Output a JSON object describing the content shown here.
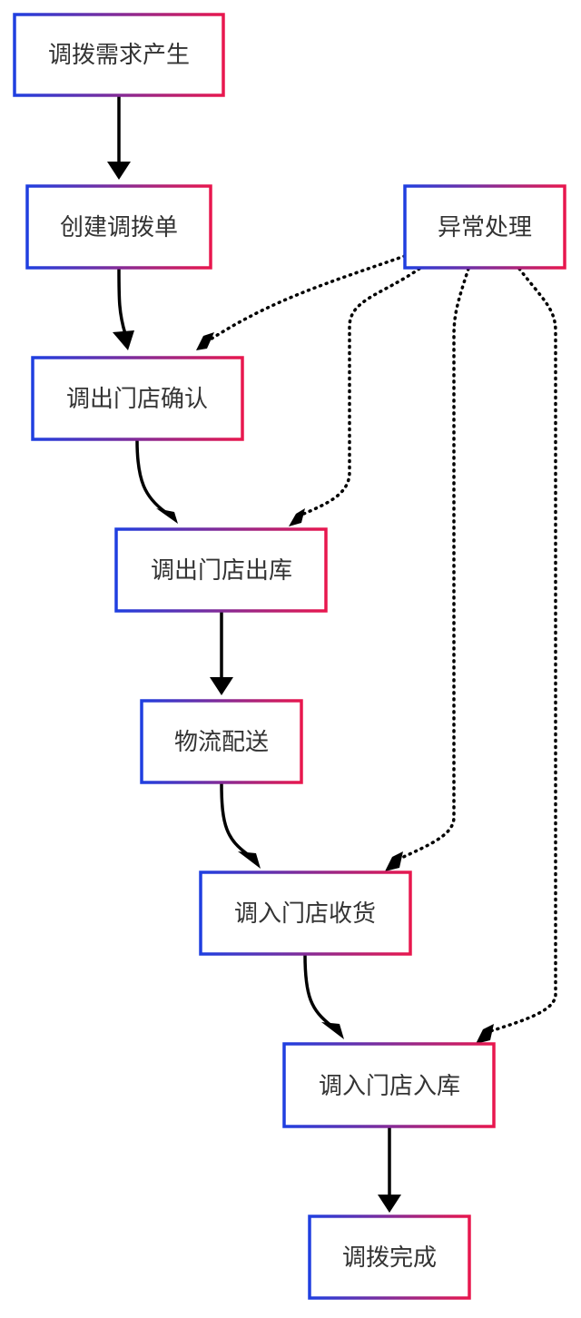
{
  "diagram": {
    "type": "flowchart",
    "direction": "top-to-bottom",
    "colors": {
      "border_gradient_start": "#1f3fe0",
      "border_gradient_end": "#e8174e",
      "node_fill": "#ffffff",
      "edge": "#000000",
      "text": "#333333"
    },
    "nodes": {
      "demand": "调拨需求产生",
      "create": "创建调拨单",
      "exception": "异常处理",
      "out_confirm": "调出门店确认",
      "out_stock": "调出门店出库",
      "logistics": "物流配送",
      "in_receive": "调入门店收货",
      "in_stock": "调入门店入库",
      "done": "调拨完成"
    },
    "edges": [
      {
        "from": "demand",
        "to": "create",
        "style": "solid"
      },
      {
        "from": "create",
        "to": "out_confirm",
        "style": "solid"
      },
      {
        "from": "out_confirm",
        "to": "out_stock",
        "style": "solid"
      },
      {
        "from": "out_stock",
        "to": "logistics",
        "style": "solid"
      },
      {
        "from": "logistics",
        "to": "in_receive",
        "style": "solid"
      },
      {
        "from": "in_receive",
        "to": "in_stock",
        "style": "solid"
      },
      {
        "from": "in_stock",
        "to": "done",
        "style": "solid"
      },
      {
        "from": "exception",
        "to": "out_confirm",
        "style": "dotted"
      },
      {
        "from": "exception",
        "to": "out_stock",
        "style": "dotted"
      },
      {
        "from": "exception",
        "to": "in_receive",
        "style": "dotted"
      },
      {
        "from": "exception",
        "to": "in_stock",
        "style": "dotted"
      }
    ]
  }
}
